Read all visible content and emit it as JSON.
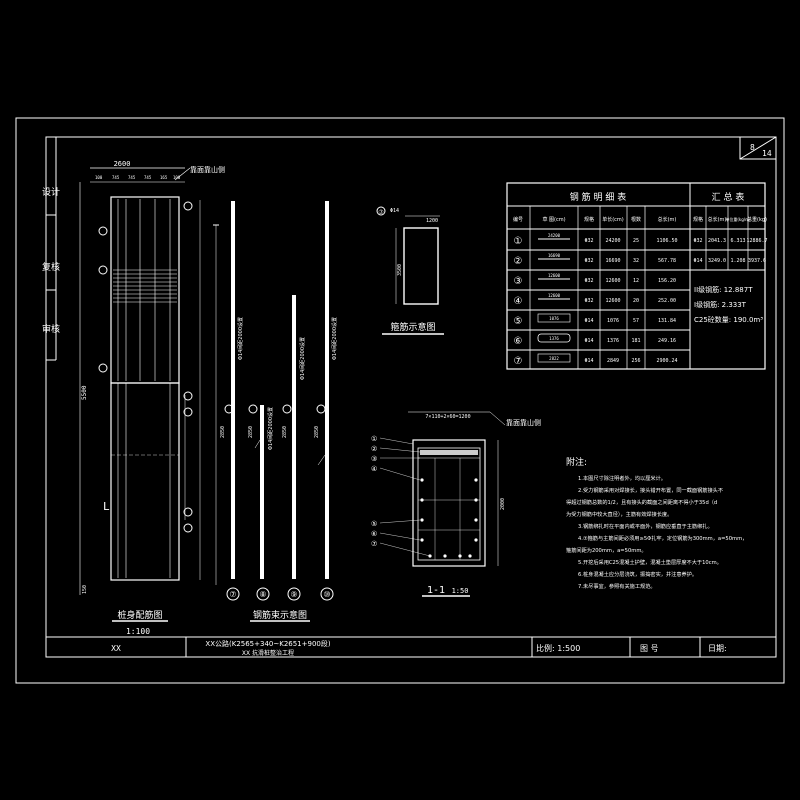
{
  "sheet": {
    "page": "8",
    "total": "14"
  },
  "left_strip": [
    "设计",
    "复核",
    "审核"
  ],
  "elevation": {
    "top_dim": "2600",
    "sub_dims": [
      "100",
      "745",
      "745",
      "745",
      "165",
      "100"
    ],
    "side_label": "靠面靠山侧",
    "height_dim": "5500",
    "bottom_dim": "150",
    "mid_label": "L",
    "title": "桩身配筋图",
    "scale": "1:100"
  },
  "bars": {
    "labels": [
      "⑦",
      "⑧",
      "⑨",
      "⑩"
    ],
    "notes": [
      "Φ14间距2000设置",
      "Φ14间距2000设置",
      "Φ14间距2000设置",
      "Φ14间距2000设置"
    ],
    "dims": [
      "2850",
      "2850",
      "2850",
      "2850"
    ],
    "title": "钢筋束示意图"
  },
  "stirrup": {
    "num": "⑦",
    "spec": "Φ14",
    "top_dim": "1200",
    "height_dim": "3500",
    "title": "箍筋示意图"
  },
  "section": {
    "top_dim": "7×110+2×60=1200",
    "side_label": "靠面靠山侧",
    "markers": [
      "①",
      "②",
      "③",
      "④",
      "⑤",
      "⑥",
      "⑦"
    ],
    "side_dim": "2000",
    "title": "1-1",
    "scale": "1:50"
  },
  "rebar_table": {
    "title": "钢 筋 明 细 表",
    "headers": [
      "编号",
      "草 图(cm)",
      "规格",
      "单长(cm)",
      "根数",
      "总长(m)"
    ],
    "rows": [
      {
        "no": "①",
        "sketch": "24200",
        "spec": "Φ32",
        "len": "24200",
        "count": "25",
        "total": "1106.50"
      },
      {
        "no": "②",
        "sketch": "16690",
        "spec": "Φ32",
        "len": "16690",
        "count": "32",
        "total": "567.78"
      },
      {
        "no": "③",
        "sketch": "12600",
        "spec": "Φ32",
        "len": "12600",
        "count": "12",
        "total": "156.20"
      },
      {
        "no": "④",
        "sketch": "12600",
        "spec": "Φ32",
        "len": "12600",
        "count": "20",
        "total": "252.00"
      },
      {
        "no": "⑤",
        "sketch": "1076",
        "spec": "Φ14",
        "len": "1076",
        "count": "57",
        "total": "131.84"
      },
      {
        "no": "⑥",
        "sketch": "1376",
        "spec": "Φ14",
        "len": "1376",
        "count": "181",
        "total": "249.16"
      },
      {
        "no": "⑦",
        "sketch": "2822",
        "spec": "Φ14",
        "len": "2849",
        "count": "256",
        "total": "2900.24"
      }
    ]
  },
  "summary_table": {
    "title": "汇 总 表",
    "headers": [
      "规格",
      "总长(m)",
      "单位重(kg/m)",
      "总重(kg)"
    ],
    "rows": [
      {
        "spec": "Φ32",
        "total": "2041.3",
        "unit": "6.313",
        "weight": "12886.7"
      },
      {
        "spec": "Φ14",
        "total": "3249.0",
        "unit": "1.208",
        "weight": "3937.6"
      }
    ],
    "lines": [
      "II级钢筋: 12.887T",
      "I级钢筋: 2.333T",
      "C25砼数量: 190.0m³"
    ]
  },
  "notes": {
    "title": "附注:",
    "lines": [
      "1.本图尺寸除注明者外，均以厘米计。",
      "2.受力钢筋采用对焊接长，接头错开布置，同一截面钢筋接头不",
      "得超过钢筋总数的1/2，且有接头的截面之间距离不得小于35d（d",
      "为受力钢筋中较大直径），主筋有效焊接长度。",
      "3.钢筋绑扎时在平面内或平面外，钢筋应垂直于主筋绑扎。",
      "4.⑦箍筋与主筋间距必须用≥5Φ扎牢，定位钢筋为300mm，a=50mm，",
      "箍筋间距为200mm，a=50mm。",
      "5.开挖后采用C25混凝土护壁，混凝土垫层厚度不大于10cm。",
      "6.桩身混凝土应分层浇筑，振捣密实，并注意养护。",
      "7.未尽事宜，参照有关施工规范。"
    ]
  },
  "title_block": {
    "designer": "XX",
    "project_line1": "XX公路(K2565+340~K2651+900段)",
    "project_line2": "XX 抗滑桩整治工程",
    "scale": "比例: 1:500",
    "drawing_no_label": "图 号",
    "date_label": "日期:"
  }
}
